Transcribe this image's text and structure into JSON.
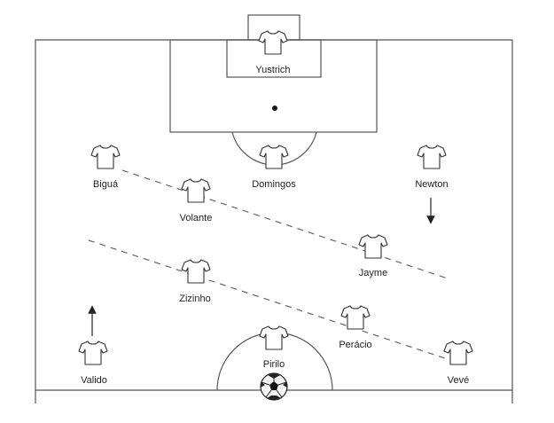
{
  "players": [
    {
      "id": "yustrich",
      "name": "Yustrich"
    },
    {
      "id": "bigua",
      "name": "Biguá"
    },
    {
      "id": "domingos",
      "name": "Domingos"
    },
    {
      "id": "newton",
      "name": "Newton"
    },
    {
      "id": "volante",
      "name": "Volante"
    },
    {
      "id": "jayme",
      "name": "Jayme"
    },
    {
      "id": "zizinho",
      "name": "Zizinho"
    },
    {
      "id": "peracio",
      "name": "Perácio"
    },
    {
      "id": "pirilo",
      "name": "Pirilo"
    },
    {
      "id": "valido",
      "name": "Valido"
    },
    {
      "id": "veve",
      "name": "Vevé"
    }
  ],
  "icons": {
    "player": "shirt-icon",
    "ball": "soccer-ball-icon",
    "arrow": "arrow-icon"
  },
  "colors": {
    "line": "#555555",
    "text": "#222222"
  }
}
